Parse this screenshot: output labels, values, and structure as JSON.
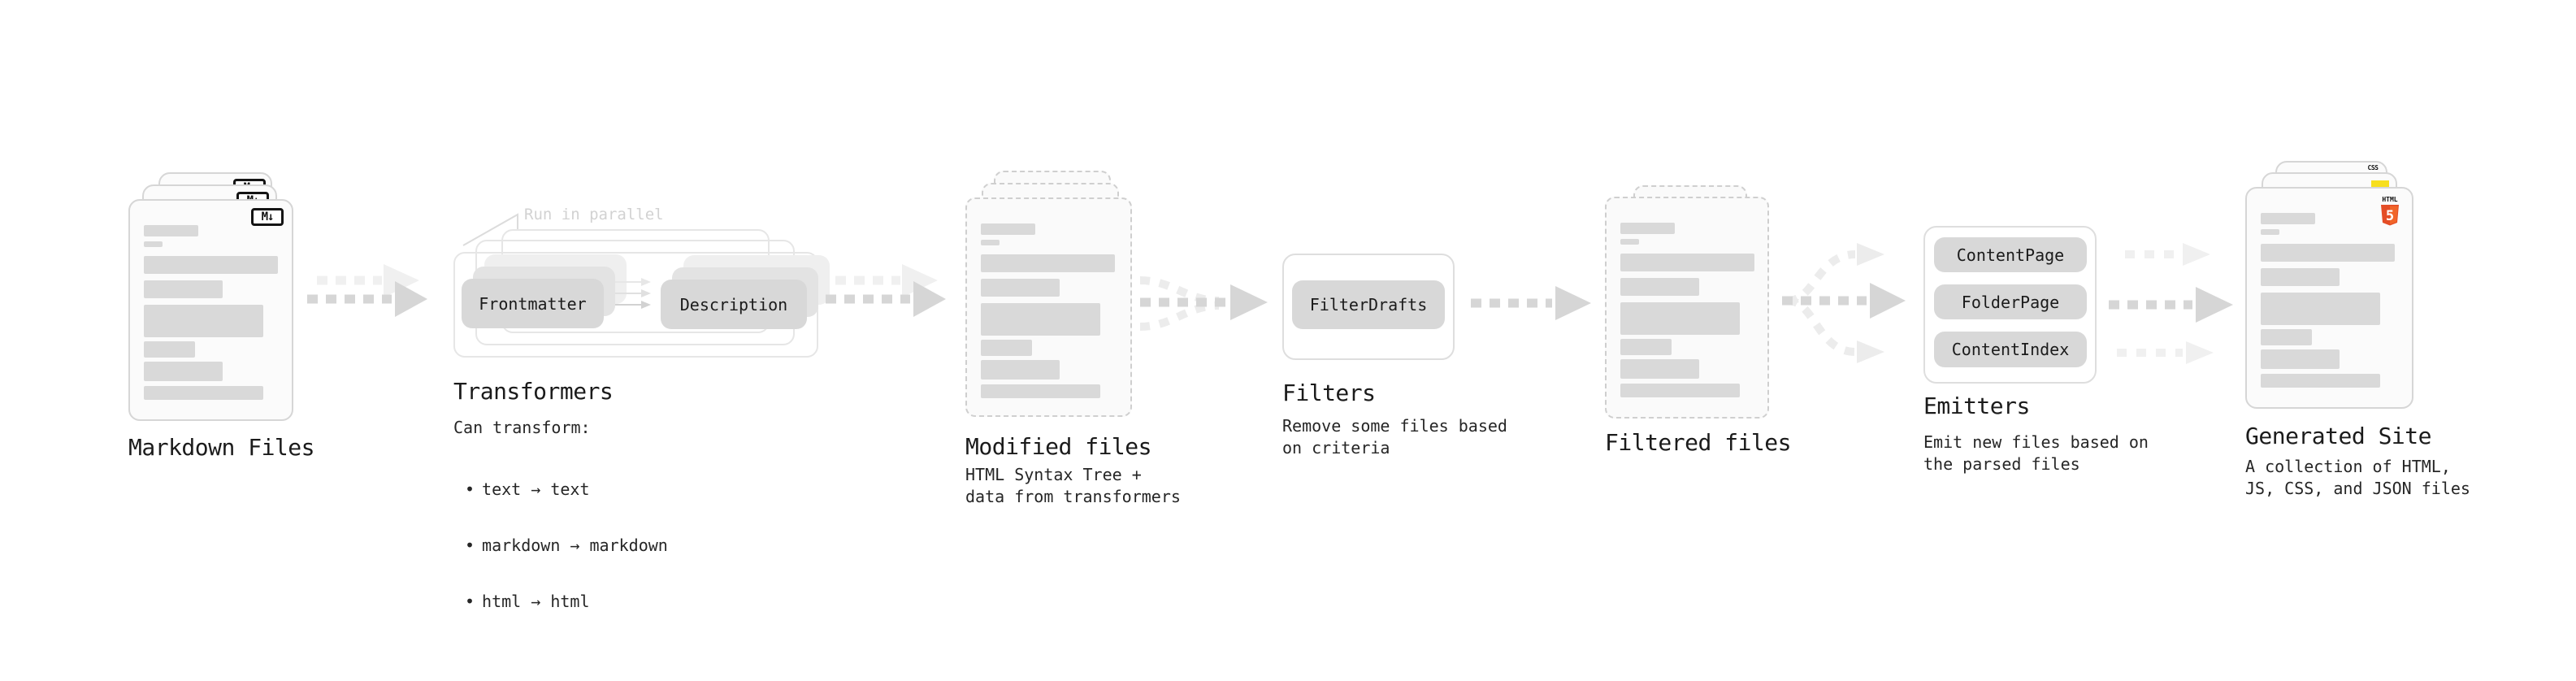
{
  "sections": {
    "markdown_files": {
      "label": "Markdown Files",
      "icon_label": "M↓"
    },
    "transformers": {
      "label": "Transformers",
      "annotation": "Run in parallel",
      "node_frontmatter": "Frontmatter",
      "node_description": "Description",
      "caption_title": "Can transform:",
      "bullet_char": "•",
      "bullets": [
        "text → text",
        "markdown → markdown",
        "html → html"
      ]
    },
    "modified_files": {
      "label": "Modified files",
      "caption_line1": "HTML Syntax Tree +",
      "caption_line2": "data from transformers"
    },
    "filters": {
      "label": "Filters",
      "node_filterdrafts": "FilterDrafts",
      "caption_line1": "Remove some files based",
      "caption_line2": "on criteria"
    },
    "filtered_files": {
      "label": "Filtered files"
    },
    "emitters": {
      "label": "Emitters",
      "nodes": [
        "ContentPage",
        "FolderPage",
        "ContentIndex"
      ],
      "caption_line1": "Emit new files based on",
      "caption_line2": "the parsed files"
    },
    "generated_site": {
      "label": "Generated Site",
      "caption_line1": "A collection of HTML,",
      "caption_line2": "JS, CSS, and JSON files",
      "html5_badge_text": "HTML",
      "html5_badge_number": "5",
      "css_badge_text": "CSS"
    }
  },
  "colors": {
    "html5_orange": "#e44d26",
    "js_yellow": "#f7df1e",
    "css_blue": "#2965f1",
    "node_fill": "#d8d8d8",
    "arrow_dark": "#d6d6d6",
    "arrow_light": "#f0f0f0"
  }
}
